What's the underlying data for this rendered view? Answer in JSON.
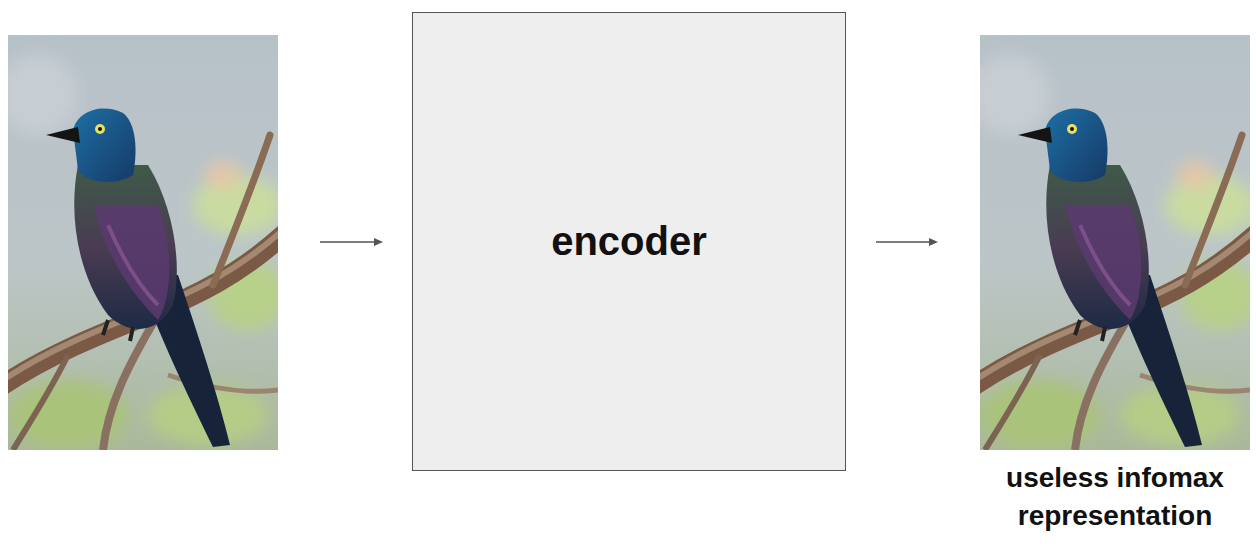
{
  "diagram": {
    "nodes": [
      {
        "text": [
          "encoder"
        ]
      },
      {
        "text": [
          "useless infomax representation"
        ]
      }
    ],
    "edges": [
      {
        "from": 0,
        "to": 1,
        "arrow": "to"
      }
    ]
  }
}
